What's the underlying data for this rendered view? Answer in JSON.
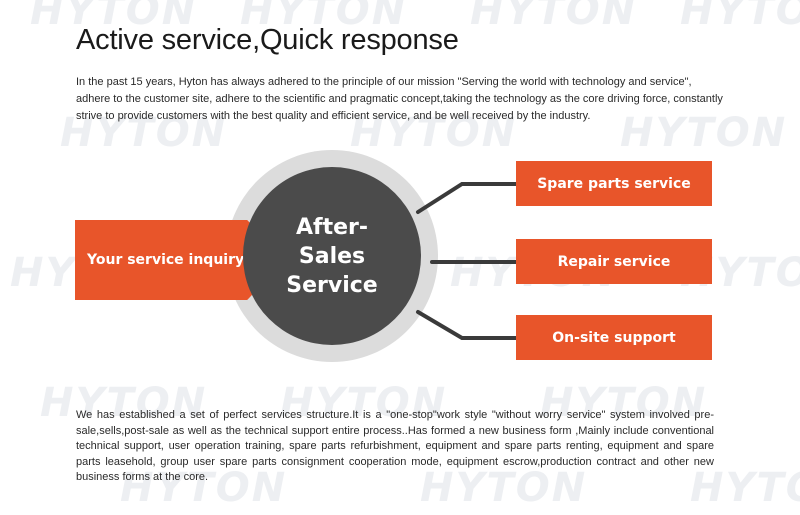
{
  "watermark": {
    "text": "HYTON"
  },
  "title": "Active service,Quick response",
  "intro": "In the past 15 years, Hyton has always adhered to the principle of our mission \"Serving the world with technology and service\", adhere to the customer site, adhere to the scientific and pragmatic concept,taking the technology as the core driving force, constantly strive to provide customers with the best quality and efficient service, and be well received by the industry.",
  "diagram": {
    "input_label": "Your service inquiry",
    "hub_label": "After-\nSales\nService",
    "services": [
      {
        "label": "Spare parts service"
      },
      {
        "label": "Repair service"
      },
      {
        "label": "On-site support"
      }
    ],
    "colors": {
      "accent": "#e8552a",
      "hub": "#4b4b4b",
      "ring": "#dcdcdc",
      "connector": "#3a3a3a"
    }
  },
  "body": "We has established a set of perfect services structure.It is a \"one-stop\"work style \"without worry service\" system involved pre-sale,sells,post-sale as well as the technical support entire process..Has formed a new business form ,Mainly include conventional technical support, user operation training, spare parts refurbishment, equipment and spare parts renting, equipment and spare parts leasehold, group user spare parts consignment cooperation mode, equipment escrow,production contract and other new business forms at the core."
}
